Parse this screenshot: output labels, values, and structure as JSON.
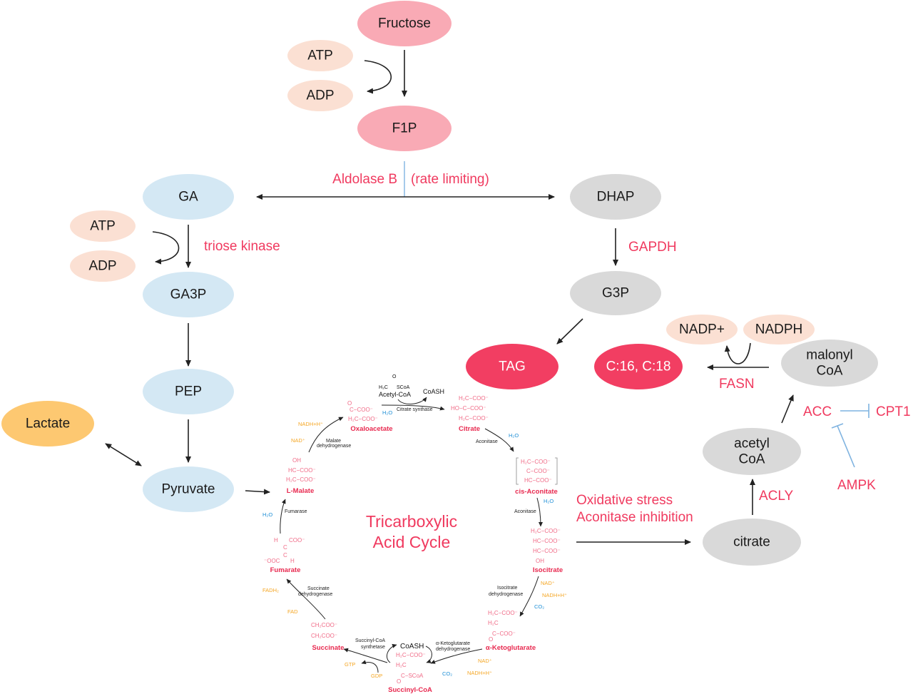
{
  "colors": {
    "fructose_pink": "#f9aab5",
    "glycolysis_blue": "#d4e8f4",
    "cofactor_peach": "#fbe0d3",
    "gray_node": "#d9d9d9",
    "lactate_orange": "#fdc871",
    "product_red": "#f23e62",
    "enzyme_label": "#f03a5f",
    "inhibition_blue": "#7fb3e0"
  },
  "nodes": {
    "fructose": "Fructose",
    "f1p": "F1P",
    "atp_top": "ATP",
    "adp_top": "ADP",
    "ga": "GA",
    "atp_left": "ATP",
    "adp_left": "ADP",
    "ga3p": "GA3P",
    "pep": "PEP",
    "lactate": "Lactate",
    "pyruvate": "Pyruvate",
    "dhap": "DHAP",
    "g3p": "G3P",
    "tag": "TAG",
    "fatty_acids": "C:16, C:18",
    "nadp_plus": "NADP+",
    "nadph": "NADPH",
    "malonyl_coa": [
      "malonyl",
      "CoA"
    ],
    "acetyl_coa": [
      "acetyl",
      "CoA"
    ],
    "citrate": "citrate"
  },
  "enzymes": {
    "aldolase_b": "Aldolase B",
    "rate_limiting": "(rate limiting)",
    "triose_kinase": "triose kinase",
    "gapdh": "GAPDH",
    "fasn": "FASN",
    "acc": "ACC",
    "cpt1": "CPT1",
    "ampk": "AMPK",
    "acly": "ACLY",
    "oxidative_stress": "Oxidative stress",
    "aconitase_inhibition": "Aconitase inhibition"
  },
  "tca": {
    "title": [
      "Tricarboxylic",
      "Acid Cycle"
    ],
    "metabolites": {
      "oxaloacetate": "Oxaloacetate",
      "citrate": "Citrate",
      "cis_aconitate": "cis-Aconitate",
      "isocitrate": "Isocitrate",
      "alpha_ketoglutarate": "α-Ketoglutarate",
      "succinyl_coa": "Succinyl-CoA",
      "succinate": "Succinate",
      "fumarate": "Fumarate",
      "l_malate": "L-Malate"
    },
    "enzymes": {
      "citrate_synthase": "Citrate synthase",
      "aconitase_1": "Aconitase",
      "aconitase_2": "Aconitase",
      "isocitrate_dh": [
        "Isocitrate",
        "dehydrogenase"
      ],
      "akg_dh": [
        "α-Ketoglutarate",
        "dehydrogenase"
      ],
      "succinyl_coa_synthetase": [
        "Succinyl-CoA",
        "synthetase"
      ],
      "succinate_dh": [
        "Succinate",
        "dehydrogenase"
      ],
      "fumarase": "Fumarase",
      "malate_dh": [
        "Malate",
        "dehydrogenase"
      ]
    },
    "cofactors": {
      "acetyl_coa": "Acetyl-CoA",
      "acetyl_coa_struct": [
        "O",
        "H₃C",
        "SCoA"
      ],
      "coash_top": "CoASH",
      "coash_bottom": "CoASH",
      "h2o_1": "H₂O",
      "h2o_2": "H₂O",
      "h2o_3": "H₂O",
      "h2o_4": "H₂O",
      "nad_1": "NAD⁺",
      "nadh_1": "NADH+H⁺",
      "co2_1": "CO₂",
      "nad_2": "NAD⁺",
      "nadh_2": "NADH+H⁺",
      "co2_2": "CO₂",
      "gdp": "GDP",
      "gtp": "GTP",
      "fad": "FAD",
      "fadh2": "FADH₂",
      "nad_3": "NAD⁺",
      "nadh_3": "NADH+H⁺"
    },
    "structures": {
      "oxaloacetate": [
        "O",
        "C−COO⁻",
        "H₂C−COO⁻"
      ],
      "citrate": [
        "H₂C−COO⁻",
        "HO−C−COO⁻",
        "H₂C−COO⁻"
      ],
      "cis_aconitate": [
        "H₂C−COO⁻",
        "C−COO⁻",
        "HC−COO⁻"
      ],
      "isocitrate": [
        "H₂C−COO⁻",
        "HC−COO⁻",
        "HC−COO⁻",
        "OH"
      ],
      "alpha_ketoglutarate": [
        "H₂C−COO⁻",
        "H₂C",
        "C−COO⁻",
        "O"
      ],
      "succinyl_coa": [
        "H₂C−COO⁻",
        "H₂C",
        "C−SCoA",
        "O"
      ],
      "succinate": [
        "CH₂COO⁻",
        "CH₂COO⁻"
      ],
      "fumarate": [
        "H",
        "COO⁻",
        "C",
        "C",
        "⁻OOC",
        "H"
      ],
      "l_malate": [
        "OH",
        "HC−COO⁻",
        "H₂C−COO⁻"
      ]
    }
  }
}
